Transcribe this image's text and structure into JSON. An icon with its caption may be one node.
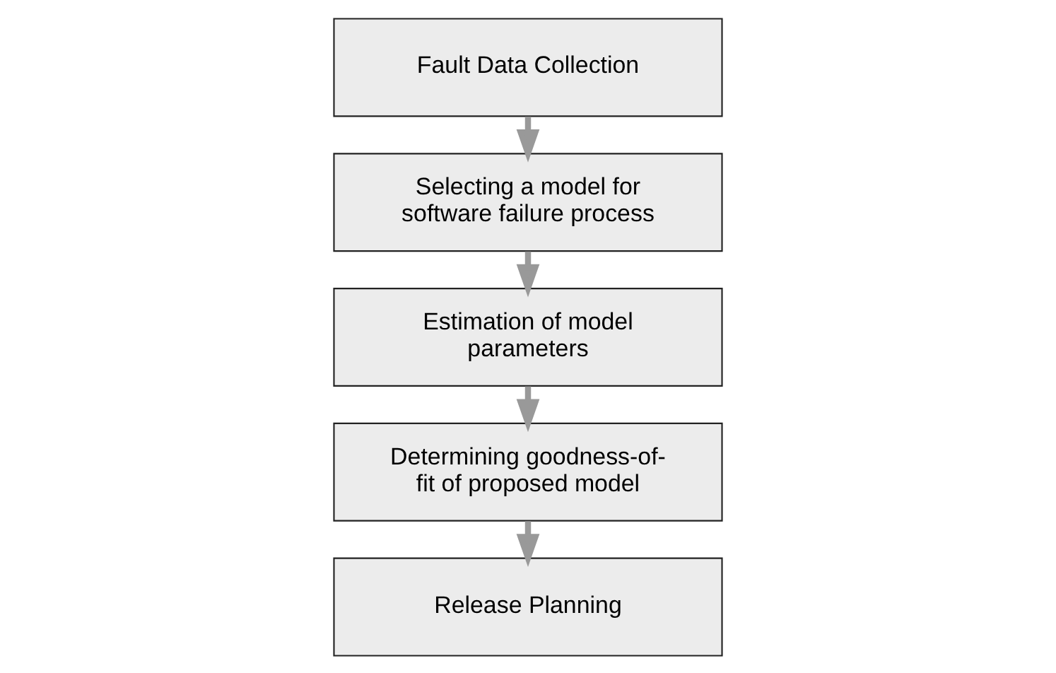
{
  "diagram": {
    "nodes": [
      {
        "text": [
          "Fault Data Collection"
        ]
      },
      {
        "text": [
          "Selecting a model for software failure process"
        ]
      },
      {
        "text": [
          "Estimation of model parameters"
        ]
      },
      {
        "text": [
          "Determining goodness-of-fit of proposed model"
        ]
      },
      {
        "text": [
          "Release Planning"
        ]
      }
    ],
    "edges": [
      {
        "from": 0,
        "to": 1,
        "arrow": "to"
      },
      {
        "from": 1,
        "to": 2,
        "arrow": "to"
      },
      {
        "from": 2,
        "to": 3,
        "arrow": "to"
      },
      {
        "from": 3,
        "to": 4,
        "arrow": "to"
      }
    ]
  }
}
